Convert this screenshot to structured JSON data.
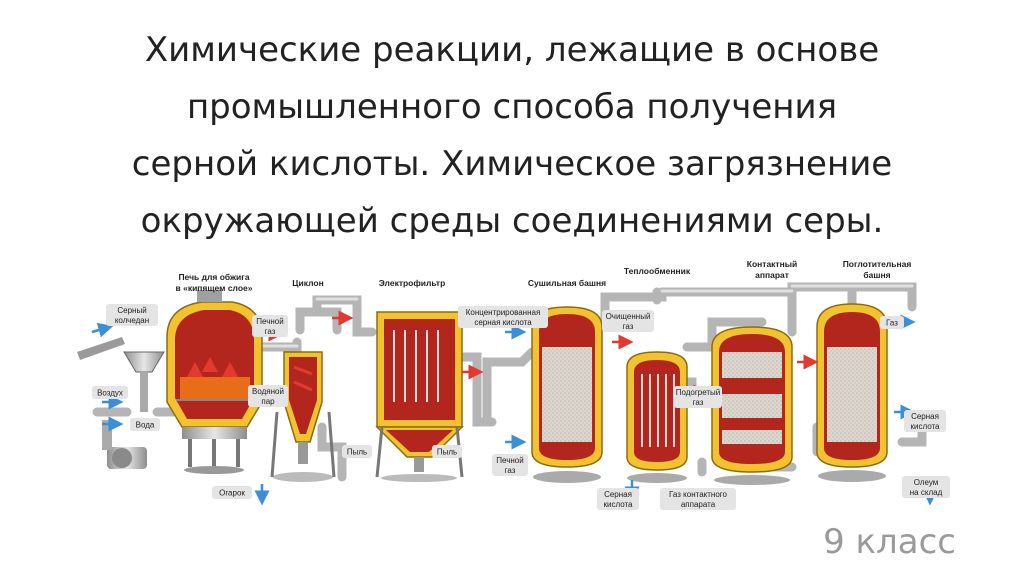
{
  "slide": {
    "title_lines": [
      "Химические реакции, лежащие в основе",
      "промышленного способа получения",
      "серной кислоты. Химическое загрязнение",
      "окружающей среды соединениями серы."
    ],
    "footer": "9 класс"
  },
  "diagram": {
    "headers": {
      "furnace_1": "Печь для обжига",
      "furnace_2": "в «кипящем слое»",
      "cyclone": "Циклон",
      "electrofilter": "Электрофильтр",
      "drying_tower": "Сушильная башня",
      "heat_exchanger": "Теплообменник",
      "contact_1": "Контактный",
      "contact_2": "аппарат",
      "absorption_1": "Поглотительная",
      "absorption_2": "башня"
    },
    "labels": {
      "pyrite_1": "Серный",
      "pyrite_2": "колчедан",
      "air": "Воздух",
      "water": "Вода",
      "cinder": "Огарок",
      "furnace_gas_1": "Печной",
      "furnace_gas_2": "газ",
      "steam_1": "Водяной",
      "steam_2": "пар",
      "dust_cyclone": "Пыль",
      "dust_filter": "Пыль",
      "conc_acid_1": "Концентрированная",
      "conc_acid_2": "серная кислота",
      "purified_gas_1": "Очищенный",
      "purified_gas_2": "газ",
      "furnace_gas_b1": "Печной",
      "furnace_gas_b2": "газ",
      "heated_gas_1": "Подогретый",
      "heated_gas_2": "газ",
      "sulfuric_acid_1": "Серная",
      "sulfuric_acid_2": "кислота",
      "contact_gas_1": "Газ контактного",
      "contact_gas_2": "аппарата",
      "gas_abs": "Газ",
      "sulfuric_acid_r1": "Серная",
      "sulfuric_acid_r2": "кислота",
      "oleum_1": "Олеум",
      "oleum_2": "на склад"
    },
    "colors": {
      "shell_yellow": "#f2c230",
      "interior_red": "#b3261e",
      "pipe_grey": "#b9b9b9",
      "packing_grey": "#d9d4cc",
      "arrow_blue": "#3a8fd6",
      "arrow_red": "#e23a2e"
    }
  }
}
